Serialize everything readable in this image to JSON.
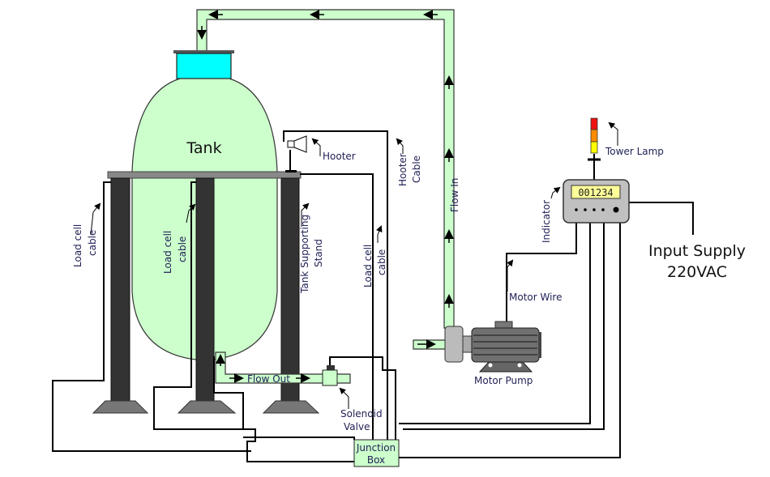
{
  "diagram": {
    "tank_label": "Tank",
    "flow_in_label": "Flow In",
    "flow_out_label": "Flow Out",
    "hooter_label": "Hooter",
    "hooter_cable_label": [
      "Hooter",
      "Cable"
    ],
    "tower_lamp_label": "Tower Lamp",
    "indicator_label": "Indicator",
    "indicator_display": "001234",
    "input_supply_label": [
      "Input Supply",
      "220VAC"
    ],
    "motor_wire_label": "Motor Wire",
    "motor_pump_label": "Motor Pump",
    "solenoid_valve_label": [
      "Solenoid",
      "Valve"
    ],
    "junction_box_label": [
      "Junction",
      "Box"
    ],
    "load_cell_cable_label": [
      "Load cell",
      "cable"
    ],
    "tank_stand_label": [
      "Tank Supporting",
      "Stand"
    ],
    "colors": {
      "pipe": "#ccffcc",
      "tank": "#ccffcc",
      "cap": "#00ffff",
      "lcd": "#ffff99",
      "lamp_red": "#ee1111",
      "lamp_orange": "#ff8c00",
      "lamp_yellow": "#ffff00",
      "text": "#1f1f55"
    }
  }
}
